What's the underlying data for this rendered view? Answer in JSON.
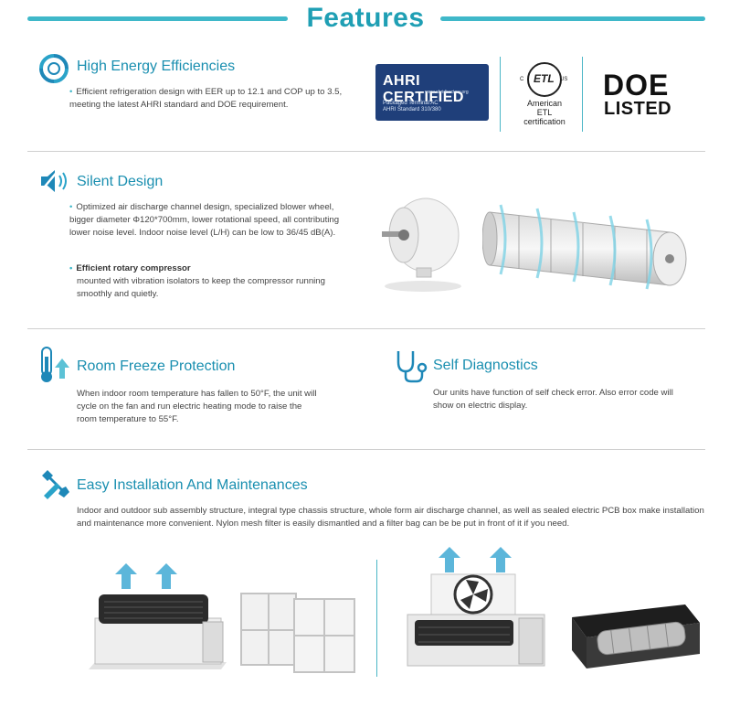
{
  "header": {
    "title": "Features"
  },
  "energy": {
    "title": "High Energy Efficiencies",
    "text": "Efficient refrigeration design with EER up to 12.1 and COP up to 3.5, meeting the latest AHRI standard and DOE requirement."
  },
  "badges": {
    "ahri_main": "AHRI CERTIFIED",
    "ahri_site": "www.ahridirectory.org",
    "ahri_sub1": "Packaged Terminal AC",
    "ahri_sub2": "AHRI Standard 310/380",
    "etl_logo": "ETL",
    "etl_c": "C",
    "etl_us": "US",
    "etl_text1": "American",
    "etl_text2": "ETL",
    "etl_text3": "certification",
    "doe_line1": "DOE",
    "doe_line2": "LISTED"
  },
  "silent": {
    "title": "Silent Design",
    "text1": "Optimized air discharge channel design, specialized blower wheel, bigger diameter Φ120*700mm, lower rotational speed, all contributing lower noise level. Indoor noise level (L/H) can be low to 36/45 dB(A).",
    "subhead": "Efficient rotary compressor",
    "text2": "mounted with vibration isolators to keep the compressor running smoothly and quietly."
  },
  "freeze": {
    "title": "Room Freeze Protection",
    "text": "When indoor room temperature has fallen to 50°F, the unit will cycle on the fan and run electric heating mode to raise the room temperature to 55°F."
  },
  "diagnostics": {
    "title": "Self Diagnostics",
    "text": "Our units have function of self check error. Also error code will show on electric display."
  },
  "install": {
    "title": "Easy Installation And Maintenances",
    "text": "Indoor and outdoor sub assembly structure, integral type chassis structure, whole form air discharge channel, as well as sealed electric PCB box make installation and maintenance more convenient. Nylon mesh filter is easily dismantled and a filter bag can be be put in front of it if you need."
  },
  "colors": {
    "accent": "#3fb8c9",
    "title": "#1a8fb0",
    "icon": "#1e88b8"
  }
}
